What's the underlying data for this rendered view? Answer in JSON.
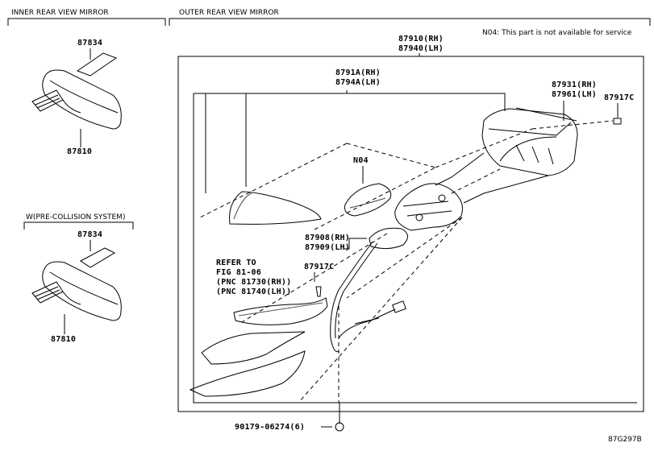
{
  "sections": {
    "inner": "INNER REAR VIEW MIRROR",
    "outer": "OUTER REAR VIEW MIRROR",
    "precollision": "W(PRE-COLLISION SYSTEM)"
  },
  "note": "N04: This part is not available for service",
  "code": "87G297B",
  "parts": {
    "p87834a": "87834",
    "p87810a": "87810",
    "p87834b": "87834",
    "p87810b": "87810",
    "p87910": "87910(RH)",
    "p87940": "87940(LH)",
    "p8791a": "8791A(RH)",
    "p8794a": "8794A(LH)",
    "p87931": "87931(RH)",
    "p87961": "87961(LH)",
    "p87917c_a": "87917C",
    "n04": "N04",
    "p87908": "87908(RH)",
    "p87909": "87909(LH)",
    "p87917c_b": "87917C",
    "p90179": "90179-06274(6)"
  },
  "refer": {
    "line1": "REFER TO",
    "line2": "FIG 81-06",
    "line3": "(PNC 81730(RH))",
    "line4": "(PNC 81740(LH))"
  }
}
